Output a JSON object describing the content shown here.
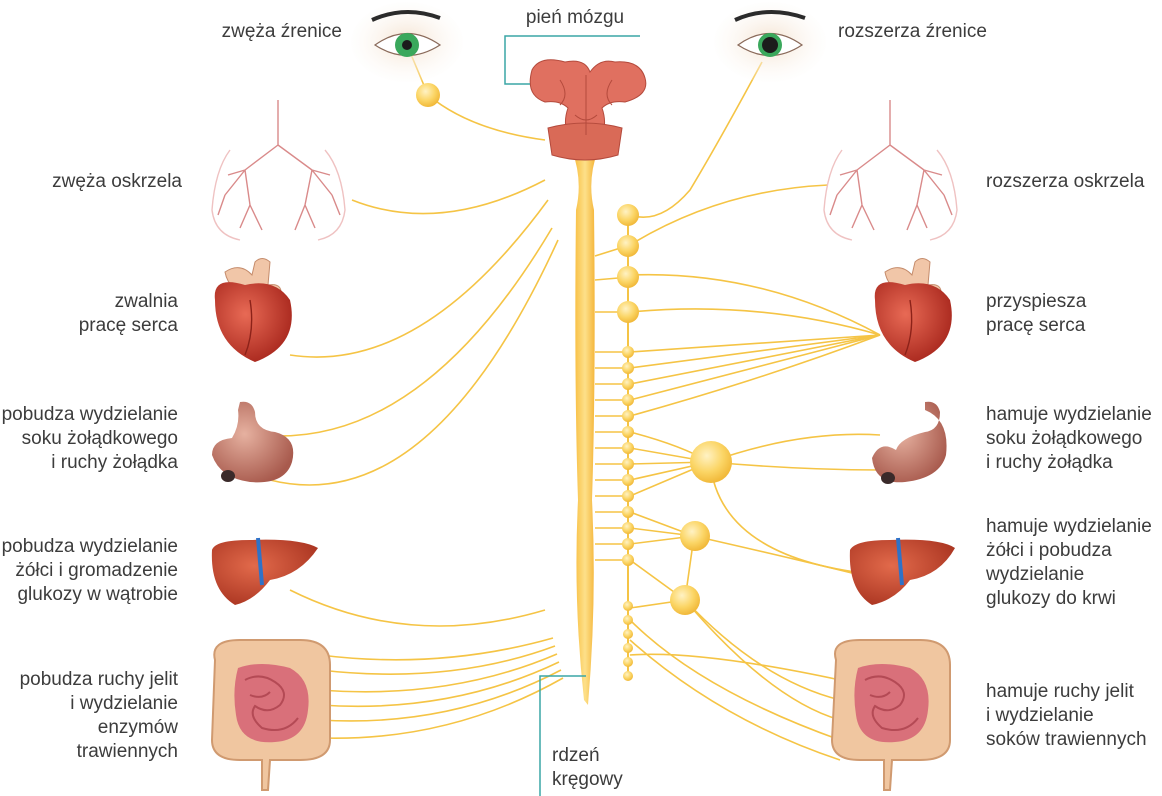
{
  "diagram": {
    "brainstem_label": "pień mózgu",
    "spinal_cord_label": [
      "rdzeń",
      "kręgowy"
    ],
    "left_effects": {
      "eye": [
        "zwęża źrenice"
      ],
      "lungs": [
        "zwęża oskrzela"
      ],
      "heart": [
        "zwalnia",
        "pracę serca"
      ],
      "stomach": [
        "pobudza wydzielanie",
        "soku żołądkowego",
        "i ruchy żołądka"
      ],
      "liver": [
        "pobudza wydzielanie",
        "żółci i gromadzenie",
        "glukozy w wątrobie"
      ],
      "intestine": [
        "pobudza ruchy jelit",
        "i wydzielanie",
        "enzymów",
        "trawiennych"
      ]
    },
    "right_effects": {
      "eye": [
        "rozszerza źrenice"
      ],
      "lungs": [
        "rozszerza oskrzela"
      ],
      "heart": [
        "przyspiesza",
        "pracę serca"
      ],
      "stomach": [
        "hamuje wydzielanie",
        "soku żołądkowego",
        "i ruchy żołądka"
      ],
      "liver": [
        "hamuje wydzielanie",
        "żółci i pobudza",
        "wydzielanie",
        "glukozy do krwi"
      ],
      "intestine": [
        "hamuje ruchy jelit",
        "i wydzielanie",
        "soków trawiennych"
      ]
    },
    "colors": {
      "nerve": "#f5c445",
      "ganglion": "#fbd565",
      "cord": "#f7b731",
      "pointer": "#3aa6a6",
      "organ_red": "#c8392b",
      "text": "#3c3c3c"
    }
  }
}
